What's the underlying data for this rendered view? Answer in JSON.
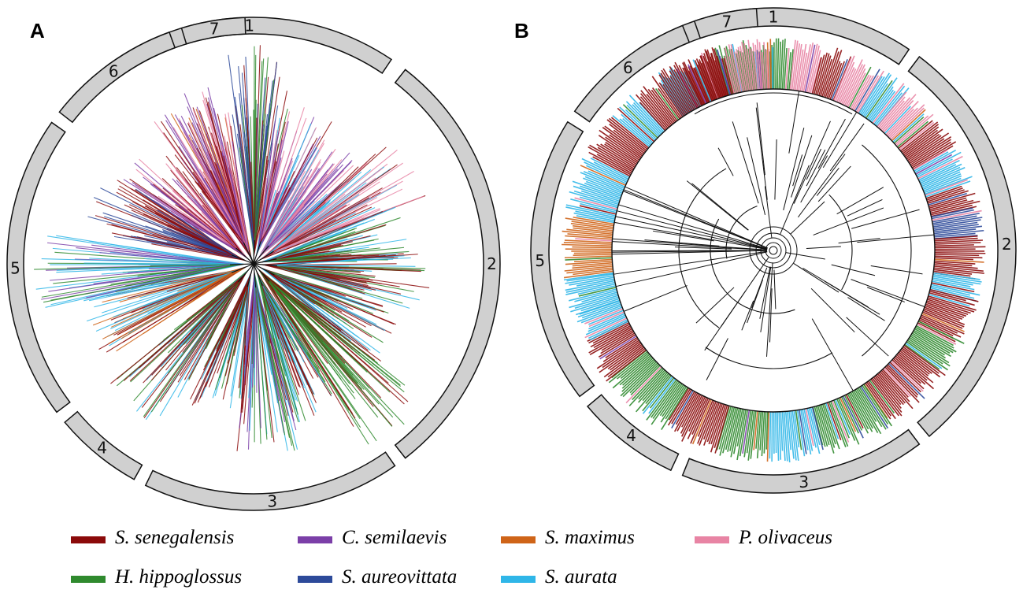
{
  "panels": [
    {
      "letter": "A",
      "layout": "unrooted radial tree",
      "segments": [
        "1",
        "2",
        "3",
        "4",
        "5",
        "6",
        "7"
      ]
    },
    {
      "letter": "B",
      "layout": "circular rooted tree",
      "segments": [
        "1",
        "2",
        "3",
        "4",
        "5",
        "6",
        "7"
      ]
    }
  ],
  "legend": [
    {
      "name": "S. senegalensis",
      "color": "#8b0a0a"
    },
    {
      "name": "C. semilaevis",
      "color": "#7b3fa8"
    },
    {
      "name": "S. maximus",
      "color": "#cf6418"
    },
    {
      "name": "P. olivaceus",
      "color": "#e884a4"
    },
    {
      "name": "H. hippoglossus",
      "color": "#2f8a2e"
    },
    {
      "name": "S. aureovittata",
      "color": "#2d4a9a"
    },
    {
      "name": "S. aurata",
      "color": "#2fb6e8"
    }
  ]
}
